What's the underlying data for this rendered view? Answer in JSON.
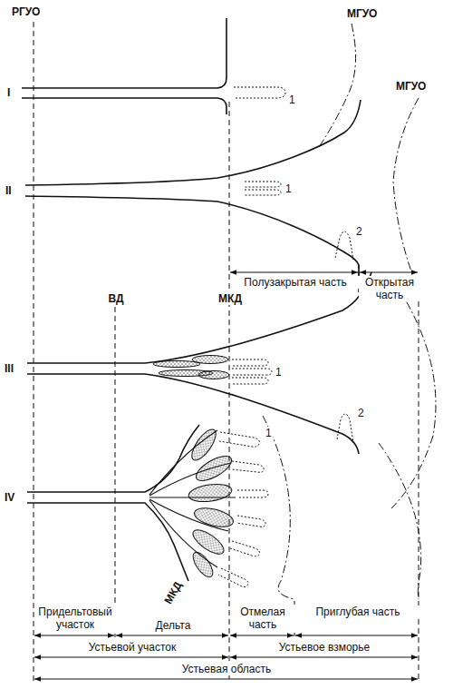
{
  "diagram": {
    "labels": [
      "РГУО",
      "МГУО",
      "I",
      "1",
      "МГУО",
      "II",
      "1",
      "2",
      "Полузакрытая часть",
      "Открытая часть",
      "ВД",
      "МКД",
      "III",
      "1",
      "2",
      "IV",
      "МКД",
      "1",
      "Придельтовый участок",
      "Дельта",
      "Отмелая часть",
      "Приглубая часть",
      "Устьевой участок",
      "Устьевое взморье",
      "Устьевая область"
    ]
  }
}
